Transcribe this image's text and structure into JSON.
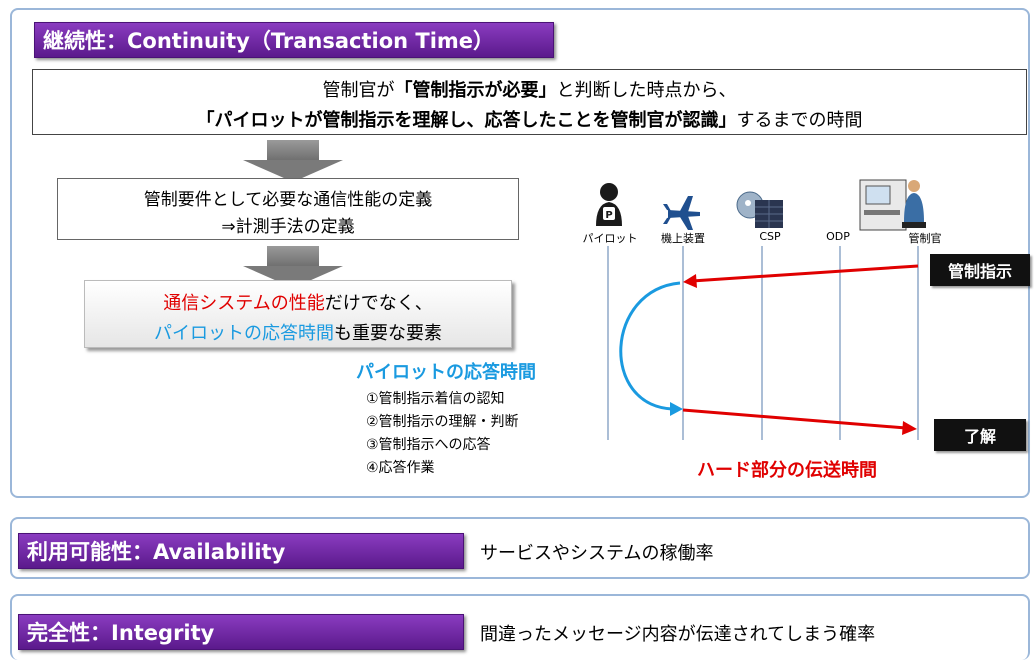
{
  "continuity": {
    "title": "継続性：Continuity（Transaction Time）",
    "definition_line1_pre": "管制官が",
    "definition_line1_bold": "「管制指示が必要」",
    "definition_line1_post": "と判断した時点から、",
    "definition_line2_bold": "「パイロットが管制指示を理解し、応答したことを管制官が認識」",
    "definition_line2_post": "するまでの時間",
    "requirement_line1": "管制要件として必要な通信性能の定義",
    "requirement_line2": "⇒計測手法の定義",
    "conclusion_red": "通信システムの性能",
    "conclusion_line1_post": "だけでなく、",
    "conclusion_blue": "パイロットの応答時間",
    "conclusion_line2_post": "も重要な要素"
  },
  "sequence": {
    "actors": [
      "パイロット",
      "機上装置",
      "CSP",
      "ODP",
      "管制官"
    ],
    "instruction_badge": "管制指示",
    "ack_badge": "了解",
    "pilot_response_title": "パイロットの応答時間",
    "pilot_steps": [
      "①管制指示着信の認知",
      "②管制指示の理解・判断",
      "③管制指示への応答",
      "④応答作業"
    ],
    "hardware_label": "ハード部分の伝送時間",
    "colors": {
      "red": "#e00000",
      "blue": "#1a9ae0",
      "purple": "#6a2aa0"
    }
  },
  "availability": {
    "title": "利用可能性：Availability",
    "description": "サービスやシステムの稼働率"
  },
  "integrity": {
    "title": "完全性：Integrity",
    "description": "間違ったメッセージ内容が伝達されてしまう確率"
  }
}
